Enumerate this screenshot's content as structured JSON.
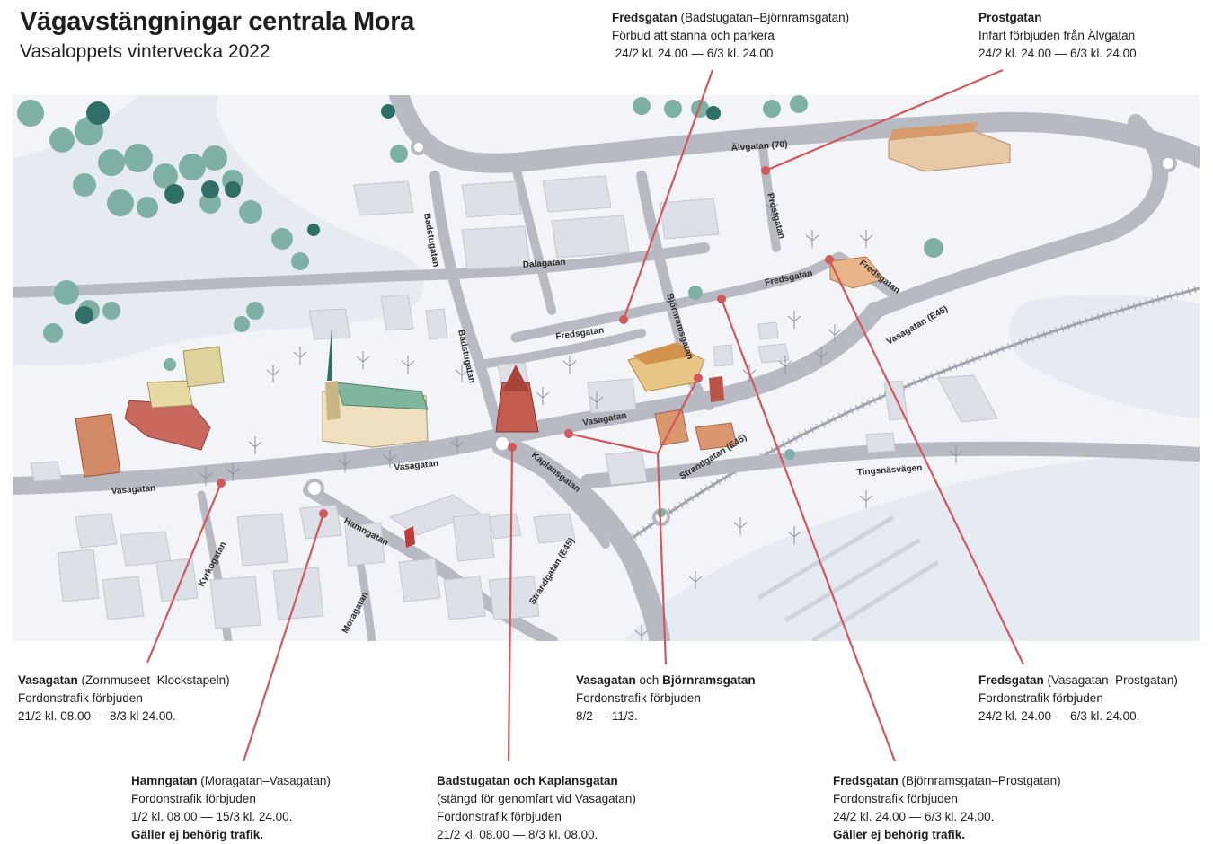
{
  "header": {
    "title": "Vägavstängningar centrala Mora",
    "subtitle": "Vasaloppets vintervecka 2022"
  },
  "colors": {
    "leader": "#d2585c",
    "road": "#b7bac3",
    "water": "#e6ebf2",
    "ground": "#f3f4f7",
    "building": "#dde0e6",
    "tree": "#7fb0a6",
    "tree_dark": "#2f6f68"
  },
  "streets": [
    {
      "id": "alvgatan",
      "label": "Älvgatan (70)"
    },
    {
      "id": "prostgatan",
      "label": "Prostgatan"
    },
    {
      "id": "badstugatan-top",
      "label": "Badstugatan"
    },
    {
      "id": "dalagatan",
      "label": "Dalagatan"
    },
    {
      "id": "fredsgatan-upper",
      "label": "Fredsgatan"
    },
    {
      "id": "fredsgatan-east",
      "label": "Fredsgatan"
    },
    {
      "id": "fredsgatan-mid",
      "label": "Fredsgatan"
    },
    {
      "id": "bjornramsgatan",
      "label": "Björnramsgatan"
    },
    {
      "id": "badstugatan-low",
      "label": "Badstugatan"
    },
    {
      "id": "vasagatan-e45",
      "label": "Vasagatan (E45)"
    },
    {
      "id": "vasagatan-mid",
      "label": "Vasagatan"
    },
    {
      "id": "vasagatan-main",
      "label": "Vasagatan"
    },
    {
      "id": "vasagatan-west",
      "label": "Vasagatan"
    },
    {
      "id": "kaplansgatan",
      "label": "Kaplansgatan"
    },
    {
      "id": "strandgatan-e45",
      "label": "Strandgatan (E45)"
    },
    {
      "id": "strandgatan-e45-s",
      "label": "Strandgatan (E45)"
    },
    {
      "id": "tingsnasvagen",
      "label": "Tingsnäsvägen"
    },
    {
      "id": "hamngatan",
      "label": "Hamngatan"
    },
    {
      "id": "kyrkogatan",
      "label": "Kyrkogatan"
    },
    {
      "id": "moragatan",
      "label": "Moragatan"
    }
  ],
  "notes": {
    "fredsgatan_badstu": {
      "street": "Fredsgatan",
      "extent": " (Badstugatan–Björnramsgatan)",
      "lines": [
        "Förbud att stanna och parkera",
        " 24/2 kl. 24.00 — 6/3 kl. 24.00."
      ]
    },
    "prostgatan": {
      "street": "Prostgatan",
      "extent": "",
      "lines": [
        "Infart förbjuden från Älvgatan",
        "24/2 kl. 24.00 — 6/3 kl. 24.00."
      ]
    },
    "vasagatan_zorn": {
      "street": "Vasagatan",
      "extent": " (Zornmuseet–Klockstapeln)",
      "lines": [
        "Fordonstrafik förbjuden",
        "21/2 kl. 08.00 — 8/3 kl 24.00."
      ]
    },
    "vasa_bjorn": {
      "street": "Vasagatan",
      "mid": " och ",
      "street2": "Björnramsgatan",
      "lines": [
        "Fordonstrafik förbjuden",
        "8/2 — 11/3."
      ]
    },
    "fredsgatan_vasa": {
      "street": "Fredsgatan",
      "extent": " (Vasagatan–Prostgatan)",
      "lines": [
        "Fordonstrafik förbjuden",
        "24/2 kl. 24.00 — 6/3 kl. 24.00."
      ]
    },
    "hamngatan": {
      "street": "Hamngatan",
      "extent": " (Moragatan–Vasagatan)",
      "lines": [
        "Fordonstrafik förbjuden",
        "1/2 kl. 08.00 — 15/3 kl. 24.00."
      ],
      "bold": "Gäller ej behörig trafik."
    },
    "badstu_kaplans": {
      "street": "Badstugatan och Kaplansgatan",
      "lines": [
        "(stängd för genomfart vid Vasagatan)",
        "Fordonstrafik förbjuden",
        "21/2 kl. 08.00 — 8/3 kl. 08.00."
      ]
    },
    "fredsgatan_bjorn": {
      "street": "Fredsgatan",
      "extent": " (Björnramsgatan–Prostgatan)",
      "lines": [
        "Fordonstrafik förbjuden",
        "24/2 kl. 24.00 — 6/3 kl. 24.00."
      ],
      "bold": "Gäller ej behörig trafik."
    }
  }
}
